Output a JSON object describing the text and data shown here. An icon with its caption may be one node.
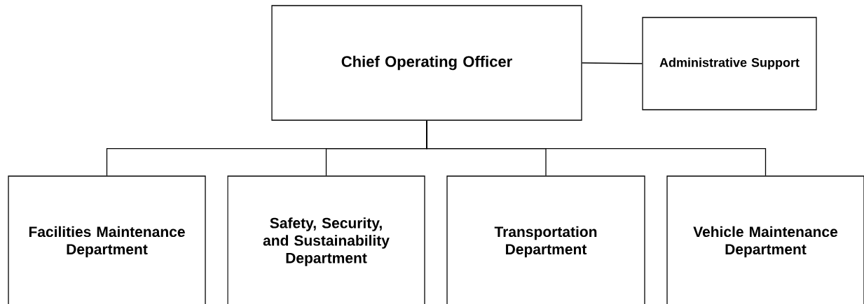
{
  "diagram": {
    "nodes": [
      {
        "text": [
          "Chief Operating Officer"
        ]
      },
      {
        "text": [
          "Administrative Support"
        ]
      },
      {
        "text": [
          "Facilities Maintenance Department"
        ]
      },
      {
        "text": [
          "Safety, Security, and Sustainability Department"
        ]
      },
      {
        "text": [
          "Transportation Department"
        ]
      },
      {
        "text": [
          "Vehicle Maintenance Department"
        ]
      }
    ],
    "edges": [
      {
        "from": 0,
        "to": 1,
        "arrow": "none"
      },
      {
        "from": 0,
        "to": 2,
        "arrow": "none"
      },
      {
        "from": 0,
        "to": 3,
        "arrow": "none"
      },
      {
        "from": 0,
        "to": 4,
        "arrow": "none"
      },
      {
        "from": 0,
        "to": 5,
        "arrow": "none"
      }
    ]
  }
}
